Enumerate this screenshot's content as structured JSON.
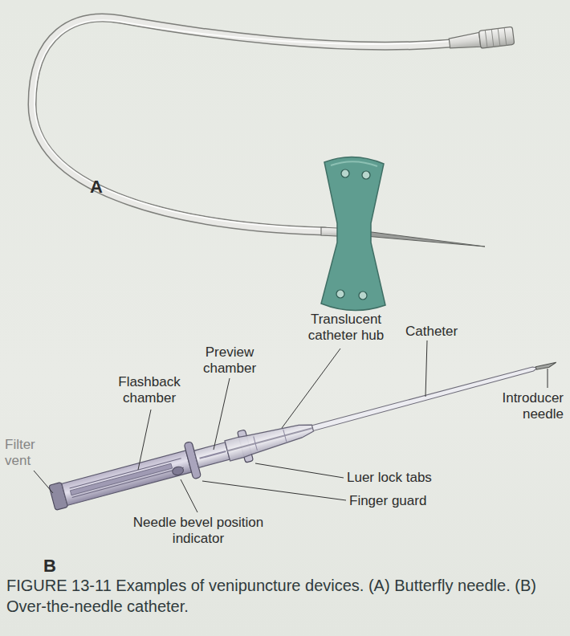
{
  "diagram": {
    "caption": "FIGURE 13-11 Examples of venipuncture devices. (A) Butterfly needle. (B) Over-the-needle catheter.",
    "labels": [
      "A",
      "Translucent catheter hub",
      "Catheter",
      "Preview chamber",
      "Flashback chamber",
      "Introducer needle",
      "Filter vent",
      "Luer lock tabs",
      "Finger guard",
      "Needle bevel position indicator",
      "B"
    ]
  }
}
